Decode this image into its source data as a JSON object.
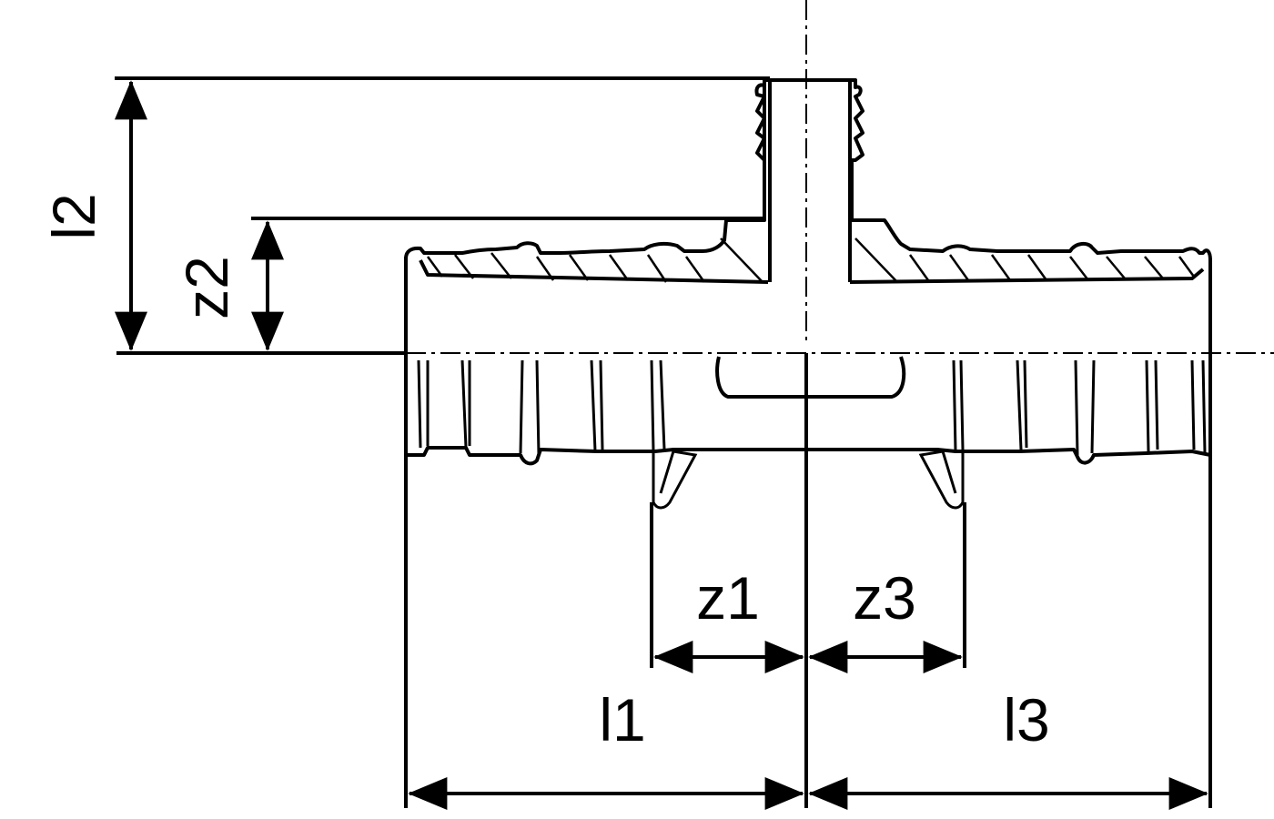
{
  "colors": {
    "line": "#000000",
    "background": "#ffffff"
  },
  "labels": {
    "l1": "l1",
    "l2": "l2",
    "l3": "l3",
    "z1": "z1",
    "z2": "z2",
    "z3": "z3"
  }
}
